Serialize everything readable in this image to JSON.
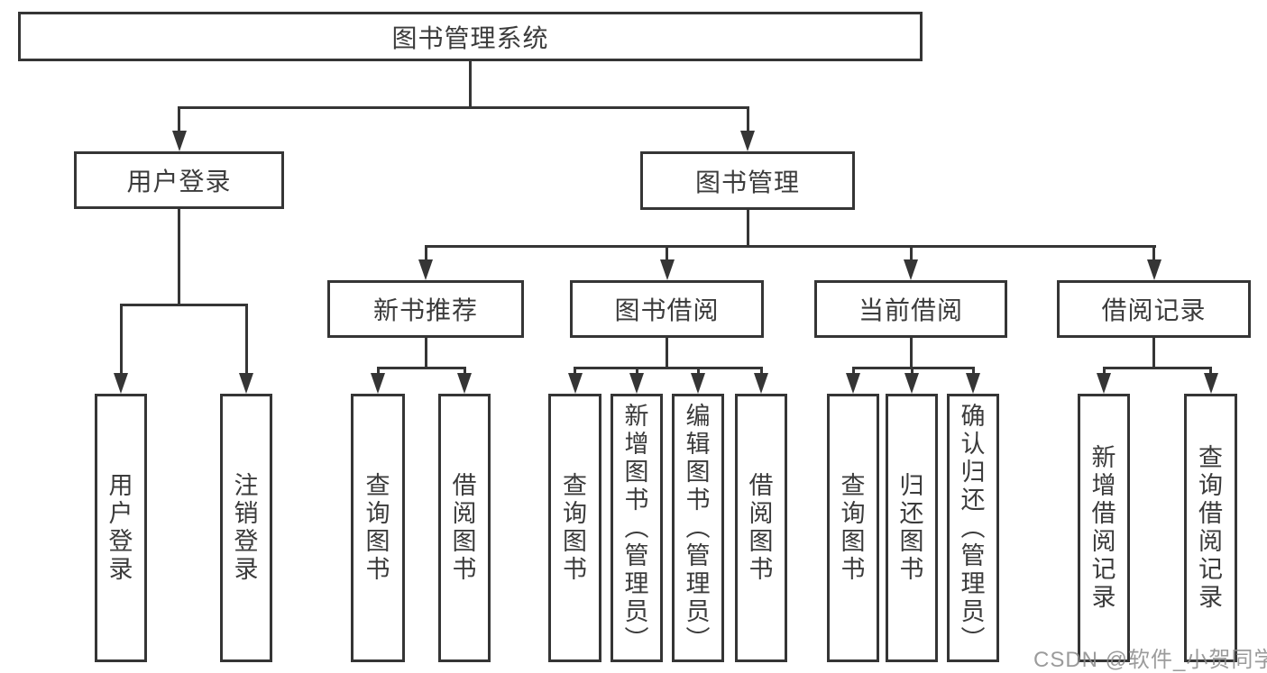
{
  "tree": {
    "label": "图书管理系统",
    "children": [
      {
        "label": "用户登录",
        "children": [
          {
            "label": "用户登录"
          },
          {
            "label": "注销登录"
          }
        ]
      },
      {
        "label": "图书管理",
        "children": [
          {
            "label": "新书推荐",
            "children": [
              {
                "label": "查询图书"
              },
              {
                "label": "借阅图书"
              }
            ]
          },
          {
            "label": "图书借阅",
            "children": [
              {
                "label": "查询图书"
              },
              {
                "label": "新增图书（管理员）"
              },
              {
                "label": "编辑图书（管理员）"
              },
              {
                "label": "借阅图书"
              }
            ]
          },
          {
            "label": "当前借阅",
            "children": [
              {
                "label": "查询图书"
              },
              {
                "label": "归还图书"
              },
              {
                "label": "确认归还（管理员）"
              }
            ]
          },
          {
            "label": "借阅记录",
            "children": [
              {
                "label": "新增借阅记录"
              },
              {
                "label": "查询借阅记录"
              }
            ]
          }
        ]
      }
    ]
  },
  "watermark": {
    "text": "CSDN @软件_小贺同学"
  },
  "colors": {
    "line": "#353535",
    "text": "#3b3b3b",
    "background": "#ffffff",
    "watermark": "#8a8a8a"
  }
}
